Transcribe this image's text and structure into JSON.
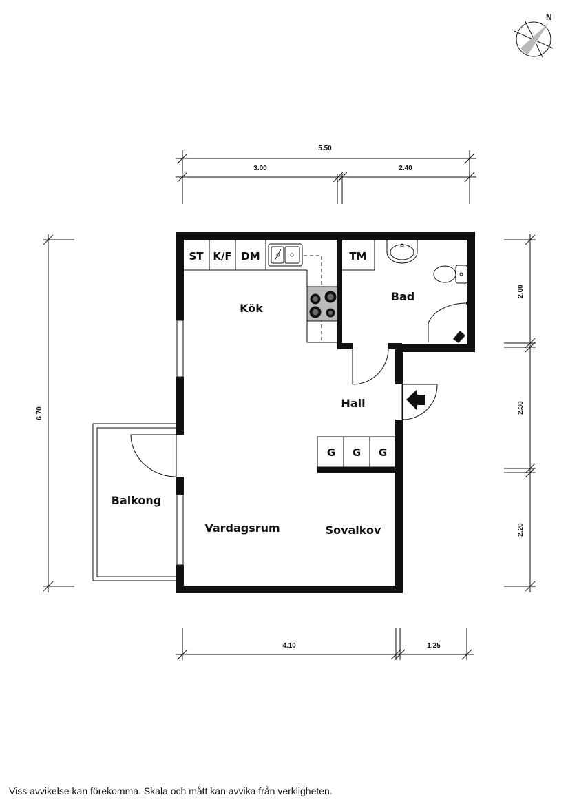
{
  "compass": {
    "north_label": "N"
  },
  "rooms": {
    "kok": "Kök",
    "bad": "Bad",
    "hall": "Hall",
    "balkong": "Balkong",
    "vardagsrum": "Vardagsrum",
    "sovalkov": "Sovalkov"
  },
  "fixtures": {
    "st": "ST",
    "kf": "K/F",
    "dm": "DM",
    "tm": "TM",
    "g1": "G",
    "g2": "G",
    "g3": "G"
  },
  "dimensions": {
    "top_total": "5.50",
    "top_left": "3.00",
    "top_right": "2.40",
    "left_total": "6.70",
    "right_top": "2.00",
    "right_mid": "2.30",
    "right_bottom": "2.20",
    "bottom_left": "4.10",
    "bottom_right": "1.25"
  },
  "disclaimer": "Viss avvikelse kan förekomma. Skala och mått kan avvika från verkligheten."
}
